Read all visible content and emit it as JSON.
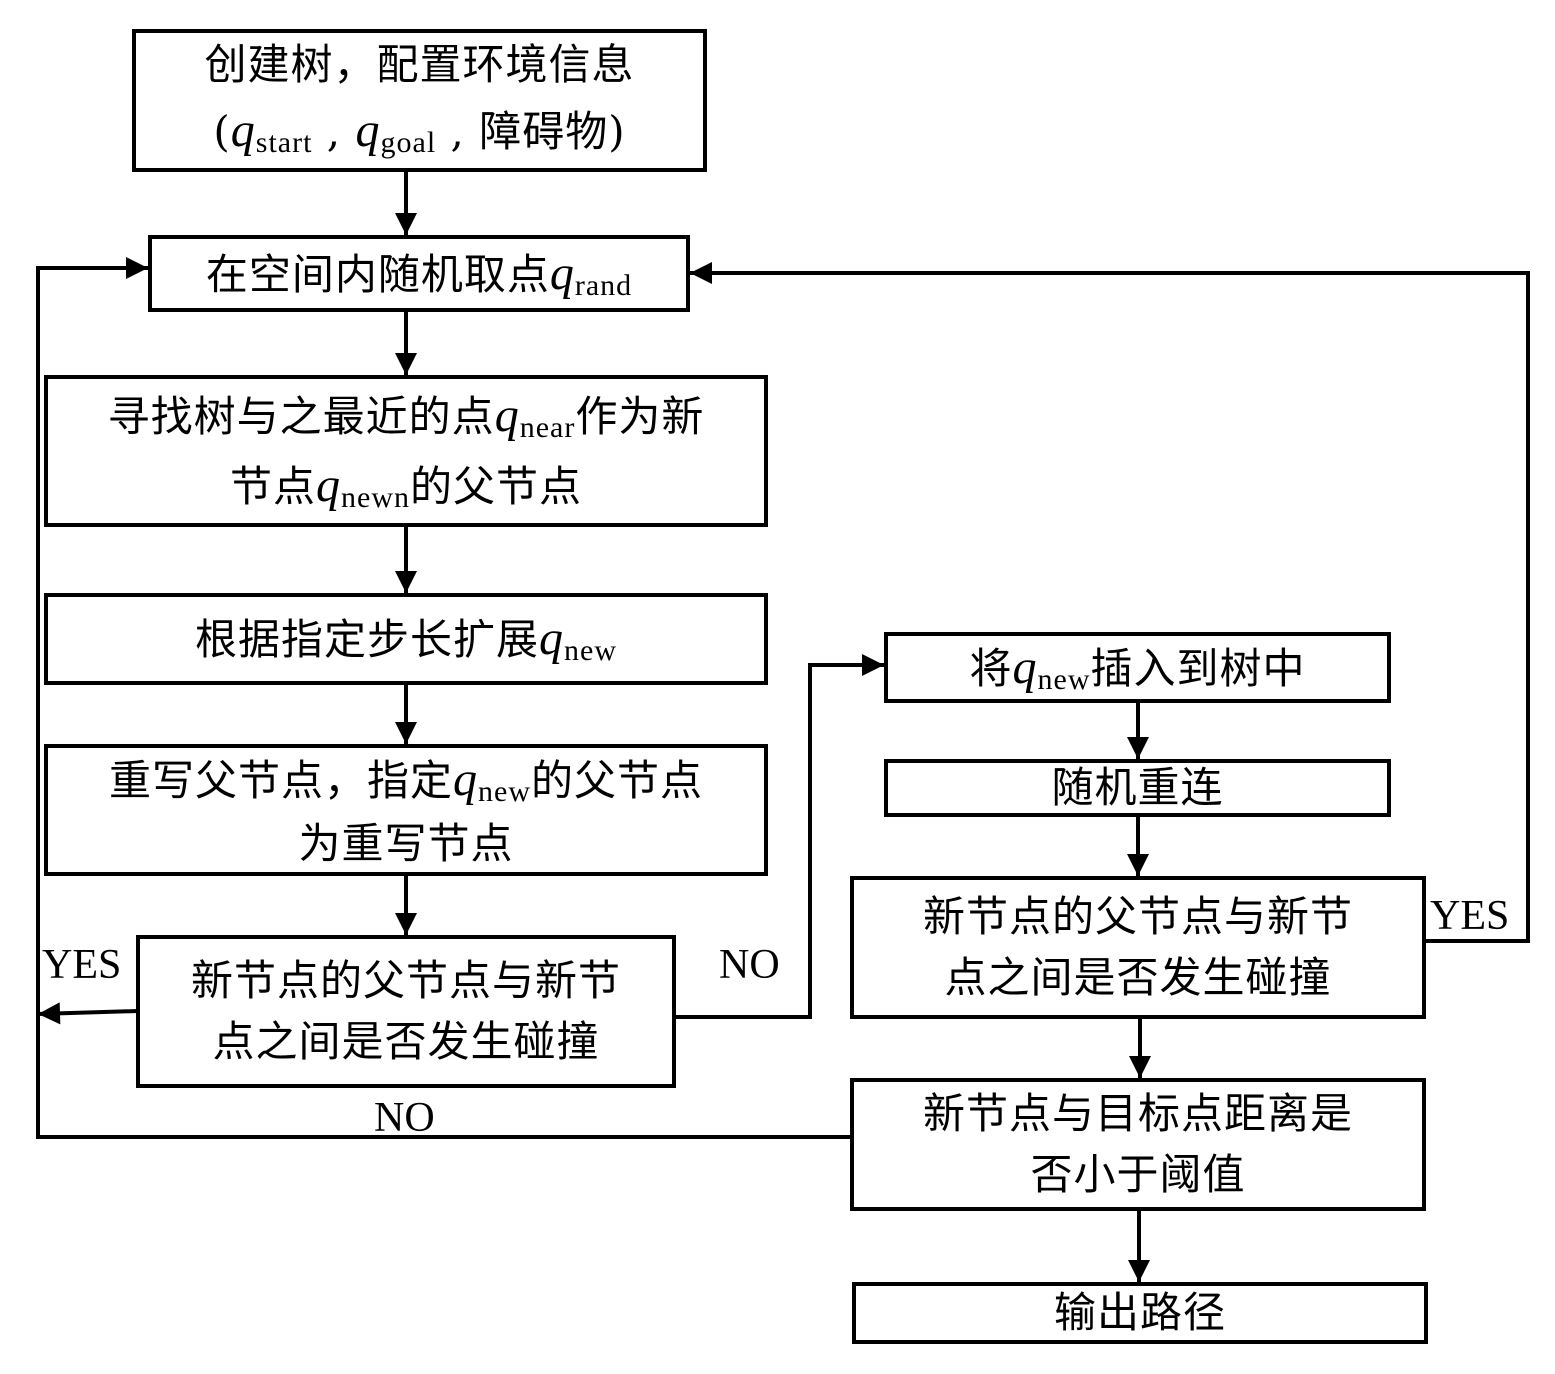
{
  "diagram": {
    "type": "flowchart",
    "title": "RRT* path planning flowchart",
    "nodes": {
      "init": {
        "line1": "创建树，配置环境信息",
        "line2_open": "(",
        "q_symbol": "q",
        "start_sub": "start",
        "sep": " , ",
        "goal_sub": "goal",
        "sep2": " , ",
        "obstacle": "障碍物)"
      },
      "sample": {
        "text": "在空间内随机取点",
        "q_symbol": "q",
        "sub": "rand"
      },
      "nearest": {
        "line1_a": "寻找树与之最近的点",
        "q_symbol": "q",
        "sub1": "near",
        "line1_b": "作为新",
        "line2_a": "节点",
        "sub2": "newn",
        "line2_b": "的父节点"
      },
      "extend": {
        "text": "根据指定步长扩展",
        "q_symbol": "q",
        "sub": "new"
      },
      "rewrite_parent": {
        "line1_a": "重写父节点，指定",
        "q_symbol": "q",
        "sub": "new",
        "line1_b": "的父节点",
        "line2": "为重写节点"
      },
      "collision_check_1": {
        "line1": "新节点的父节点与新节",
        "line2": "点之间是否发生碰撞"
      },
      "insert": {
        "text_a": "将",
        "q_symbol": "q",
        "sub": "new",
        "text_b": "插入到树中"
      },
      "rewire": {
        "text": "随机重连"
      },
      "collision_check_2": {
        "line1": "新节点的父节点与新节",
        "line2": "点之间是否发生碰撞"
      },
      "goal_check": {
        "line1": "新节点与目标点距离是",
        "line2": "否小于阈值"
      },
      "output": {
        "text": "输出路径"
      }
    },
    "edge_labels": {
      "check1_yes": "YES",
      "check1_no": "NO",
      "check2_yes": "YES",
      "goal_no": "NO"
    },
    "edges": [
      {
        "from": "init",
        "to": "sample"
      },
      {
        "from": "sample",
        "to": "nearest"
      },
      {
        "from": "nearest",
        "to": "extend"
      },
      {
        "from": "extend",
        "to": "rewrite_parent"
      },
      {
        "from": "rewrite_parent",
        "to": "collision_check_1"
      },
      {
        "from": "collision_check_1",
        "to": "sample",
        "label": "YES"
      },
      {
        "from": "collision_check_1",
        "to": "insert",
        "label": "NO"
      },
      {
        "from": "insert",
        "to": "rewire"
      },
      {
        "from": "rewire",
        "to": "collision_check_2"
      },
      {
        "from": "collision_check_2",
        "to": "sample",
        "label": "YES"
      },
      {
        "from": "collision_check_2",
        "to": "goal_check"
      },
      {
        "from": "goal_check",
        "to": "sample",
        "label": "NO"
      },
      {
        "from": "goal_check",
        "to": "output"
      }
    ],
    "colors": {
      "stroke": "#000000",
      "fill": "#ffffff"
    }
  }
}
